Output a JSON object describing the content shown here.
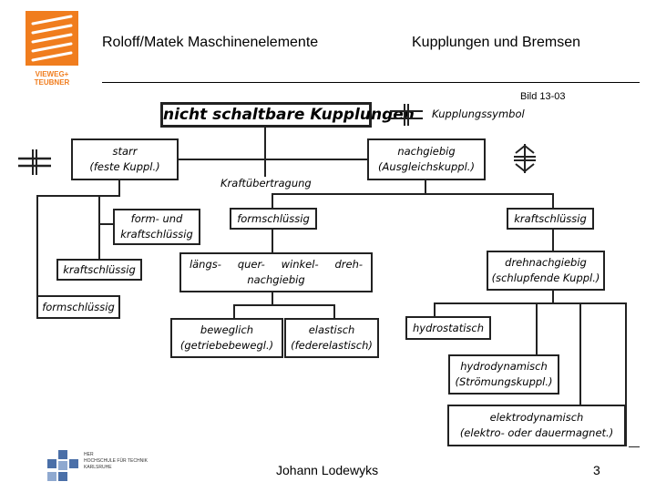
{
  "header": {
    "left_title": "Roloff/Matek Maschinenelemente",
    "right_title": "Kupplungen und Bremsen",
    "figure_number": "Bild 13-03",
    "publisher_logo": "VIEWEG+ TEUBNER"
  },
  "diagram": {
    "title": "nicht schaltbare Kupplungen",
    "symbol_label": "Kupplungssymbol",
    "transfer_label": "Kraftübertragung",
    "rigid": [
      "starr",
      "(feste Kuppl.)"
    ],
    "flexible": [
      "nachgiebig",
      "(Ausgleichskuppl.)"
    ],
    "form_force": [
      "form- und",
      "kraftschlüssig"
    ],
    "form_locking": "formschlüssig",
    "force_locking_right": "kraftschlüssig",
    "force_locking_left": "kraftschlüssig",
    "form_locking_left": "formschlüssig",
    "directions": [
      "längs-",
      "quer-",
      "winkel-",
      "dreh-"
    ],
    "directions_suffix": "nachgiebig",
    "torsion": [
      "drehnachgiebig",
      "(schlupfende Kuppl.)"
    ],
    "movable": [
      "beweglich",
      "(getriebebewegl.)"
    ],
    "elastic": [
      "elastisch",
      "(federelastisch)"
    ],
    "hydrostatic": "hydrostatisch",
    "hydrodynamic": [
      "hydrodynamisch",
      "(Strömungskuppl.)"
    ],
    "electrodynamic": [
      "elektrodynamisch",
      "(elektro- oder dauermagnet.)"
    ]
  },
  "footer": {
    "author": "Johann Lodewyks",
    "page": "3",
    "school_logo_text": [
      "HER",
      "HOCHSCHULE FÜR TECHNIK",
      "KARLSRUHE"
    ]
  }
}
